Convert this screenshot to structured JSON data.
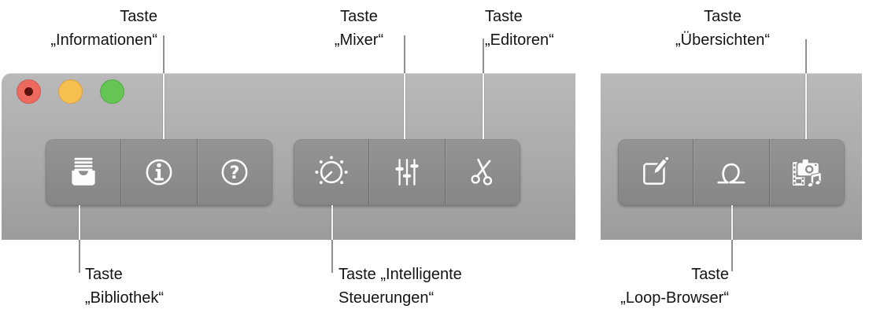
{
  "figure": {
    "description_labels_language": "de"
  },
  "window_controls": {
    "close": {
      "color": "#ee6a5f",
      "dot_color": "#5c140f"
    },
    "minimize": {
      "color": "#f6bf50"
    },
    "zoom": {
      "color": "#64c554"
    }
  },
  "toolbar": {
    "background_top": "#b9b9b9",
    "background_bottom": "#9c9c9c",
    "button_fill": "#8c8c8c",
    "icon_color": "#fcfcfc",
    "groups": [
      {
        "name": "left",
        "buttons": [
          {
            "id": "library",
            "icon": "library-icon"
          },
          {
            "id": "info",
            "icon": "info-icon"
          },
          {
            "id": "help",
            "icon": "help-icon"
          }
        ]
      },
      {
        "name": "middle",
        "buttons": [
          {
            "id": "smart-controls",
            "icon": "smart-controls-knob-icon"
          },
          {
            "id": "mixer",
            "icon": "mixer-faders-icon"
          },
          {
            "id": "editors",
            "icon": "scissors-icon"
          }
        ]
      },
      {
        "name": "right",
        "buttons": [
          {
            "id": "note-pad",
            "icon": "note-pad-pencil-icon"
          },
          {
            "id": "loop-browser",
            "icon": "loop-icon"
          },
          {
            "id": "media-browser",
            "icon": "media-camera-film-note-icon"
          }
        ]
      }
    ]
  },
  "callouts": {
    "informationen": {
      "line1": "Taste",
      "line2": "„Informationen“"
    },
    "mixer": {
      "line1": "Taste",
      "line2": "„Mixer“"
    },
    "editoren": {
      "line1": "Taste",
      "line2": "„Editoren“"
    },
    "uebersichten": {
      "line1": "Taste",
      "line2": "„Übersichten“"
    },
    "bibliothek": {
      "line1": "Taste",
      "line2": "„Bibliothek“"
    },
    "intelligente_steuerungen": {
      "line1": "Taste „Intelligente",
      "line2": "Steuerungen“"
    },
    "loop_browser": {
      "line1": "Taste",
      "line2": "„Loop-Browser“"
    }
  },
  "colors": {
    "callout_line_gray": "#8f8f8f",
    "callout_line_white": "#f7f7f7",
    "label_text": "#141414"
  }
}
